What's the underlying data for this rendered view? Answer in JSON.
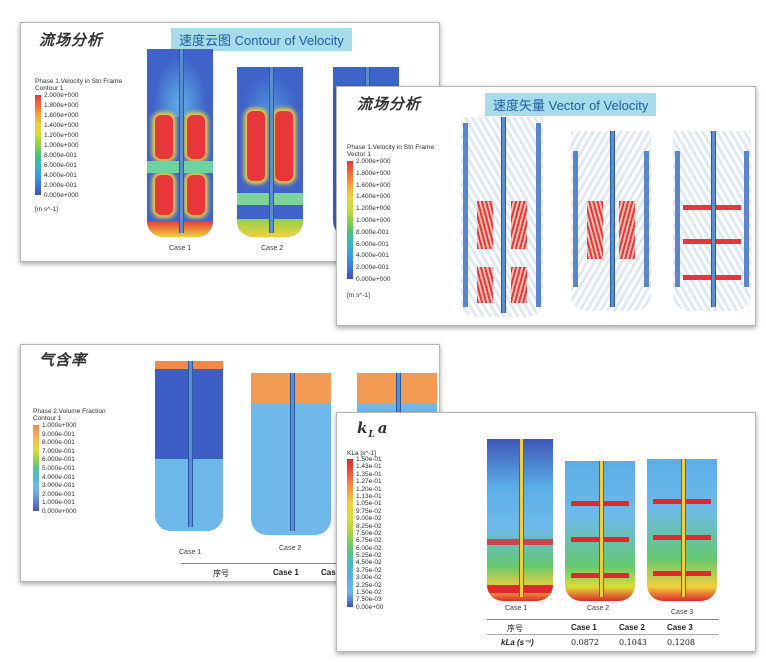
{
  "panel1": {
    "title": "流场分析",
    "banner": "速度云图  Contour of Velocity",
    "legend_title": "Phase 1.Velocity in Stn Frame",
    "legend_sub": "Contour 1",
    "legend_ticks": [
      "2.000e+000",
      "1.800e+000",
      "1.600e+000",
      "1.400e+000",
      "1.200e+000",
      "1.000e+000",
      "8.000e-001",
      "6.000e-001",
      "4.000e-001",
      "2.000e-001",
      "0.000e+000"
    ],
    "legend_unit": "[m s^-1]",
    "cases": [
      "Case 1",
      "Case 2"
    ]
  },
  "panel2": {
    "title": "流场分析",
    "banner": "速度矢量  Vector of Velocity",
    "legend_title": "Phase 1.Velocity in Stn Frame",
    "legend_sub": "Vector 1",
    "legend_ticks": [
      "2.000e+000",
      "1.800e+000",
      "1.600e+000",
      "1.400e+000",
      "1.200e+000",
      "1.000e+000",
      "8.000e-001",
      "6.000e-001",
      "4.000e-001",
      "2.000e-001",
      "0.000e+000"
    ],
    "legend_unit": "[m s^-1]"
  },
  "panel3": {
    "title": "气含率",
    "legend_title": "Phase 2.Volume Fraction",
    "legend_sub": "Contour 1",
    "legend_ticks": [
      "1.000e+000",
      "9.000e-001",
      "8.000e-001",
      "7.000e-001",
      "6.000e-001",
      "5.000e-001",
      "4.000e-001",
      "3.000e-001",
      "2.000e-001",
      "1.000e-001",
      "0.000e+000"
    ],
    "cases": [
      "Case 1",
      "Case 2"
    ],
    "table_headers": [
      "序号",
      "Case 1",
      "Cas"
    ]
  },
  "panel4": {
    "title_main": "k",
    "title_sub": "L",
    "title_tail": "a",
    "legend_title": "KLa [s^-1]",
    "legend_ticks": [
      "1.50e-01",
      "1.43e-01",
      "1.35e-01",
      "1.27e-01",
      "1.20e-01",
      "1.13e-01",
      "1.05e-01",
      "9.75e-02",
      "9.00e-02",
      "8.25e-02",
      "7.50e-02",
      "6.75e-02",
      "6.00e-02",
      "5.25e-02",
      "4.50e-02",
      "3.75e-02",
      "3.00e-02",
      "2.25e-02",
      "1.50e-02",
      "7.50e-03",
      "0.00e+00"
    ],
    "cases": [
      "Case 1",
      "Case 2",
      "Case 3"
    ],
    "table": {
      "headers": [
        "序号",
        "Case 1",
        "Case 2",
        "Case 3"
      ],
      "row_label": "kLa (s⁻¹)",
      "values": [
        "0.0872",
        "0.1043",
        "0.1208"
      ]
    }
  },
  "colors": {
    "banner_bg": "#a9dcea",
    "banner_text": "#1c5ea8",
    "flow_blue": "#3f63c9",
    "flow_red": "#e8373a",
    "gas_orange": "#f39a55",
    "gas_blue": "#6fb9ea"
  }
}
